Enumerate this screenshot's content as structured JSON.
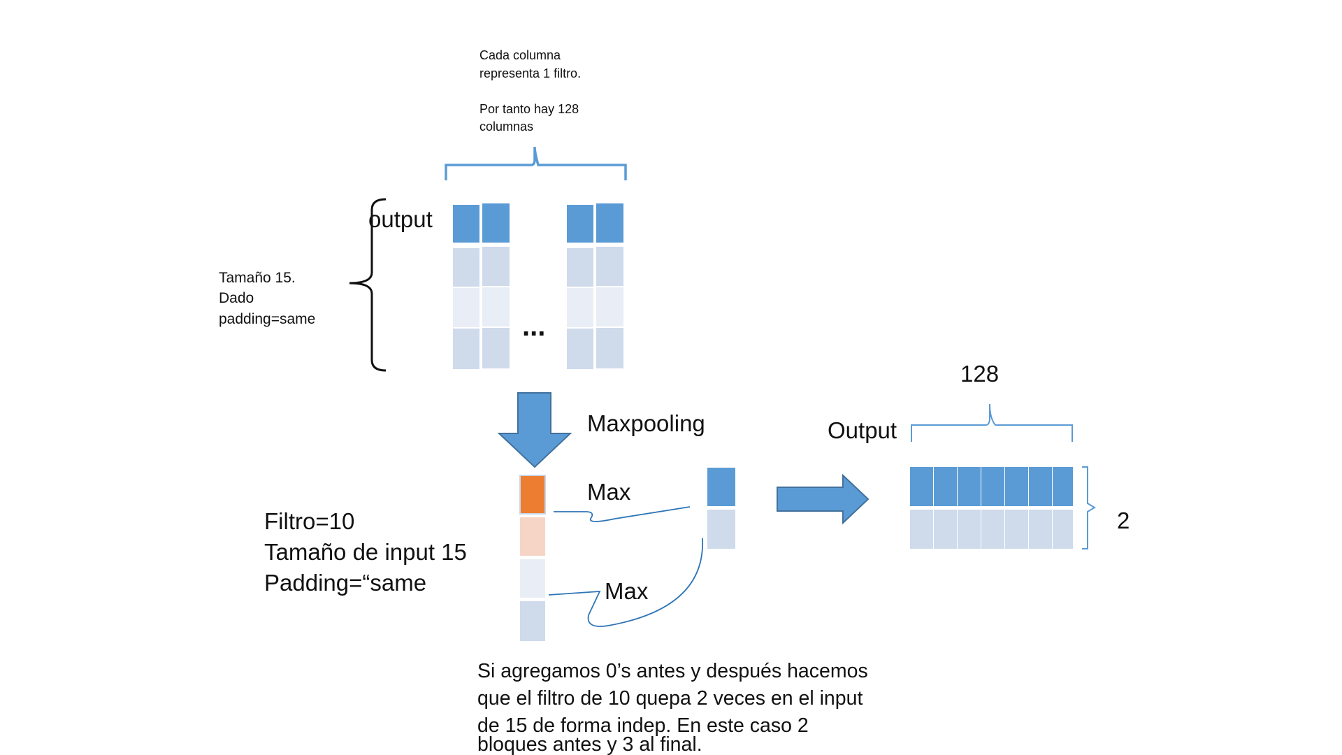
{
  "annotations": {
    "columns_note_lines": [
      "Cada columna",
      "representa 1 filtro.",
      "",
      "Por tanto hay 128",
      "columnas"
    ],
    "size_note_lines": [
      "Tamaño 15.",
      "Dado",
      "padding=same"
    ],
    "output_label": "output",
    "ellipsis": "...",
    "maxpooling_label": "Maxpooling",
    "max_label_1": "Max",
    "max_label_2": "Max",
    "filter_info_lines": [
      "Filtro=10",
      "Tamaño de input 15",
      "Padding=“same"
    ],
    "output_right_label": "Output",
    "width_value": "128",
    "height_value": "2",
    "padding_explanation_lines": [
      "Si agregamos 0’s antes y después hacemos",
      "que el filtro de 10 quepa 2 veces en el input",
      "de 15 de forma indep. En este caso 2",
      "bloques antes y 3 al final."
    ]
  },
  "colors": {
    "block_dark": "#5b9bd5",
    "block_light": "#cfdaeb",
    "block_lighter": "#e9eef6",
    "block_orange": "#ed7d31",
    "block_orange_light": "#f7d5c6",
    "bracket": "#5b9bd5",
    "thin_line": "#2e75b6"
  }
}
